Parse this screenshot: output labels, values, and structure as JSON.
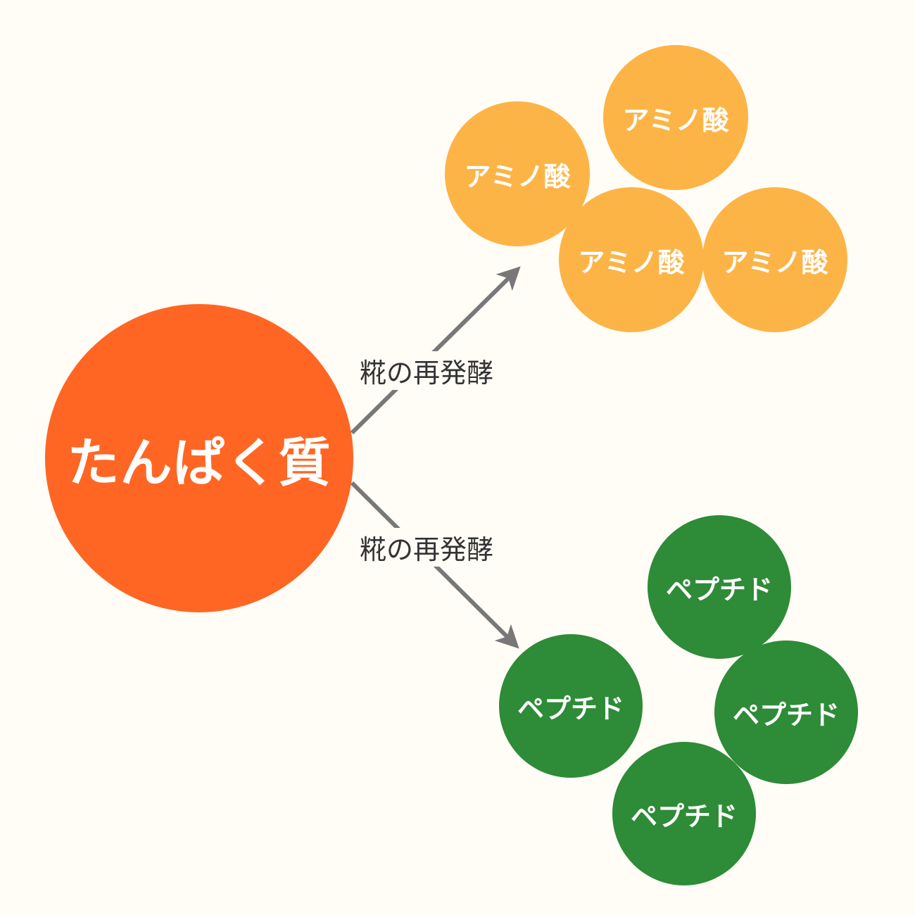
{
  "diagram": {
    "source_node": "たんぱく質",
    "edges": [
      {
        "label": "糀の再発酵",
        "target_group": "amino_acids"
      },
      {
        "label": "糀の再発酵",
        "target_group": "peptides"
      }
    ],
    "amino_acids": [
      "アミノ酸",
      "アミノ酸",
      "アミノ酸",
      "アミノ酸"
    ],
    "peptides": [
      "ペプチド",
      "ペプチド",
      "ペプチド",
      "ペプチド"
    ]
  },
  "colors": {
    "background": "#FFFDF6",
    "protein": "#FF6624",
    "amino_acid": "#FDB446",
    "peptide": "#2E8B37",
    "arrow": "#787878",
    "label_text": "#333333"
  }
}
